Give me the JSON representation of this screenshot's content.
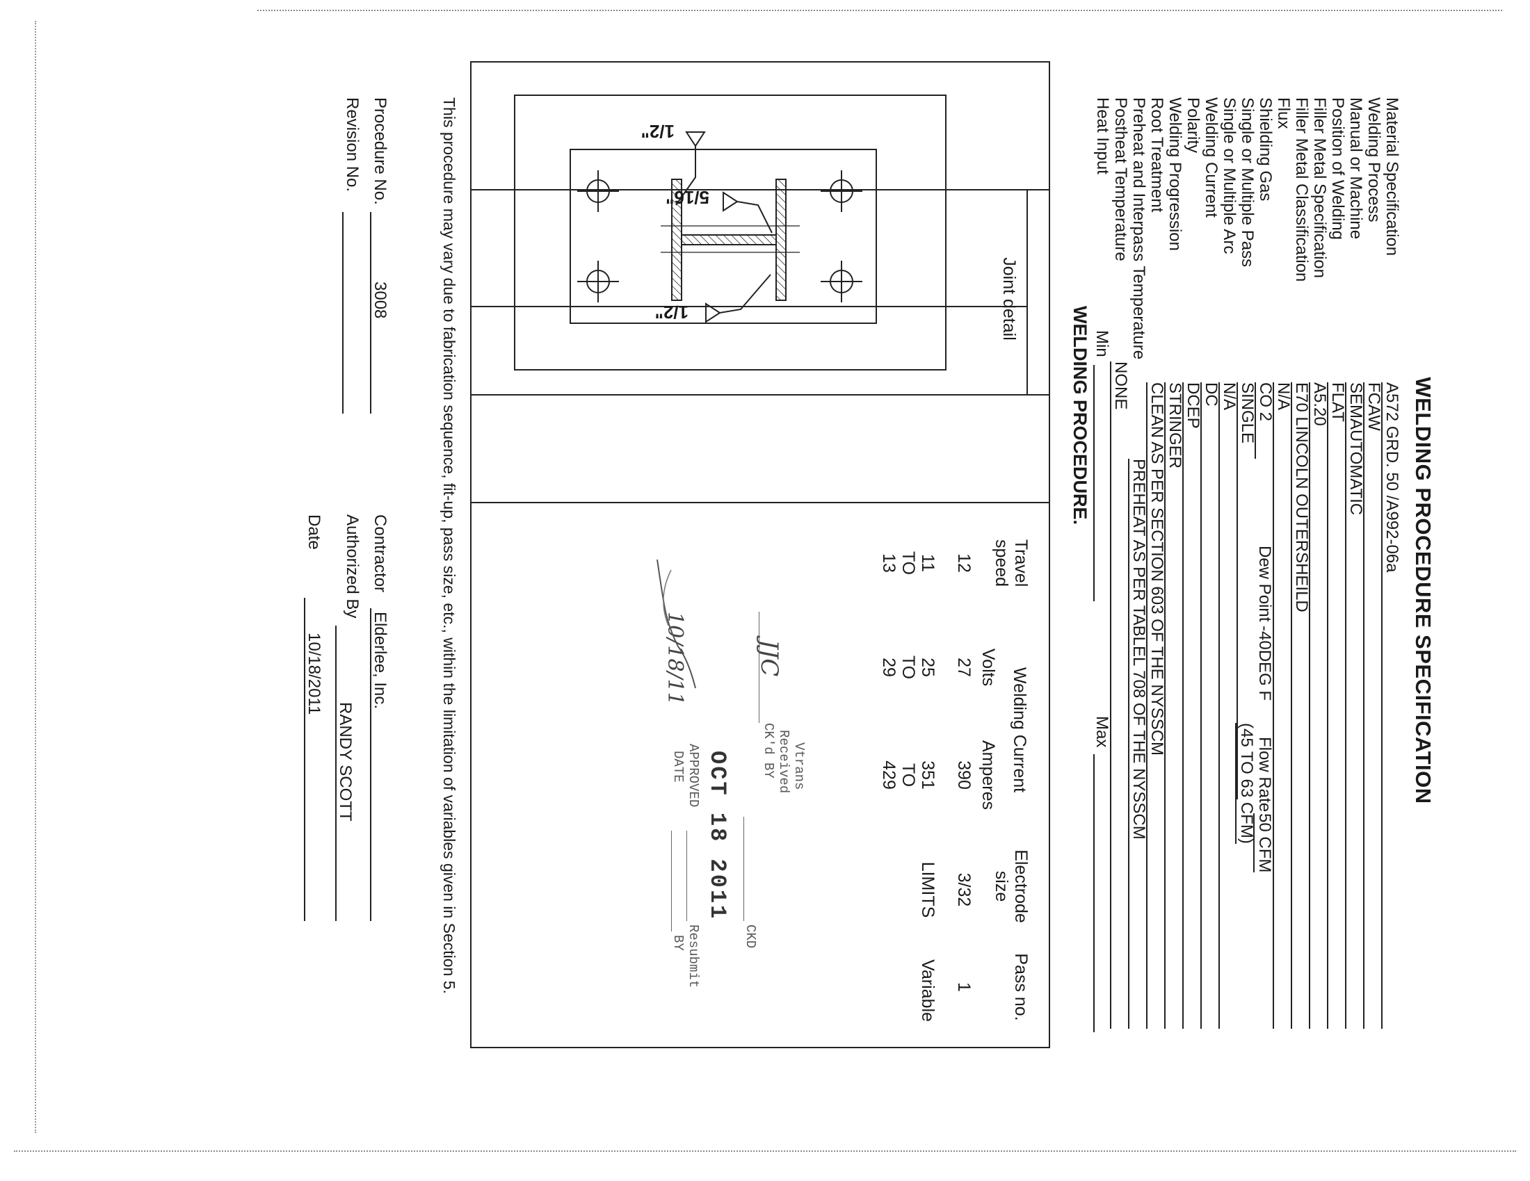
{
  "header": {
    "title": "WELDING PROCEDURE SPECIFICATION"
  },
  "spec": {
    "labels": [
      "Material Specification",
      "Welding Process",
      "Manual or Machine",
      "Position of Welding",
      "Filler Metal Specification",
      "Filler Metal Classification",
      "Flux",
      "Shielding Gas",
      "Single or Multiple Pass",
      "Single or Multiple Arc",
      "Welding Current",
      "Polarity",
      "Welding Progression",
      "Root Treatment",
      "Preheat and Interpass Temperature",
      "Postheat Temperature",
      "Heat Input"
    ],
    "material": "A572 GRD. 50 /A992-06a",
    "process": "FCAW",
    "manual_or_machine": "SEMAUTOMATIC",
    "position": "FLAT",
    "filler_spec": "A5.20",
    "filler_class": "E70 LINCOLN OUTERSHEILD",
    "flux": "N/A",
    "shielding_gas": "CO 2",
    "dew_point_label": "Dew Point",
    "dew_point_value": "-40DEG F",
    "flow_rate_label": "Flow Rate",
    "flow_rate_value": "50 CFM",
    "flow_rate_range": "(45 TO 63 CFM)",
    "pass": "SINGLE",
    "arc": "N/A",
    "current": "DC",
    "polarity": "DCEP",
    "progression": "STRINGER",
    "root_treatment": "CLEAN AS PER SECTION 603 OF THE NYSSCM",
    "preheat": "PREHEAT AS PER TABLEL 708 OF THE NYSSCM",
    "postheat": "NONE",
    "heat_min_label": "Min",
    "heat_max_label": "Max"
  },
  "procedure": {
    "title": "WELDING PROCEDURE.",
    "headers": {
      "pass_no": "Pass no.",
      "electrode": "Electrode size",
      "welding_current": "Welding Current",
      "amperes": "Amperes",
      "volts": "Volts",
      "travel": "Travel speed",
      "joint": "Joint detail"
    },
    "row1": {
      "pass": "1",
      "electrode": "3/32",
      "amperes": "390",
      "volts": "27",
      "travel": "12"
    },
    "row2": {
      "pass": "Variable",
      "electrode": "LIMITS",
      "amp_lo": "351",
      "to": "TO",
      "amp_hi": "429",
      "volt_lo": "25",
      "volt_hi": "29",
      "speed_lo": "11",
      "speed_hi": "13"
    },
    "stamp": {
      "vtrans": "Vtrans",
      "received": "Received",
      "ckd_by_label": "CK'd BY",
      "ckd_by_value": "JJC",
      "ckd": "CKD",
      "date_stamp": "OCT 18 2011",
      "resubmit": "Resubmit",
      "by": "BY",
      "approved": "APPROVED",
      "date_label": "DATE",
      "date_value": "10/18/11"
    },
    "joint_labels": {
      "fillet_a": "1/2\"",
      "fillet_b": "1/2\"",
      "web": "5/16\""
    }
  },
  "note": "This procedure may vary due to fabrication sequence, fit-up, pass size, etc., within the limitation of variables given in Section 5.",
  "footer": {
    "procedure_label": "Procedure No.",
    "procedure_no": "3008",
    "revision_label": "Revision No.",
    "revision_no": "",
    "contractor_label": "Contractor",
    "contractor": "Elderlee, Inc.",
    "authorized_label": "Authorized By",
    "authorized": "RANDY SCOTT",
    "date_label": "Date",
    "date": "10/18/2011"
  }
}
